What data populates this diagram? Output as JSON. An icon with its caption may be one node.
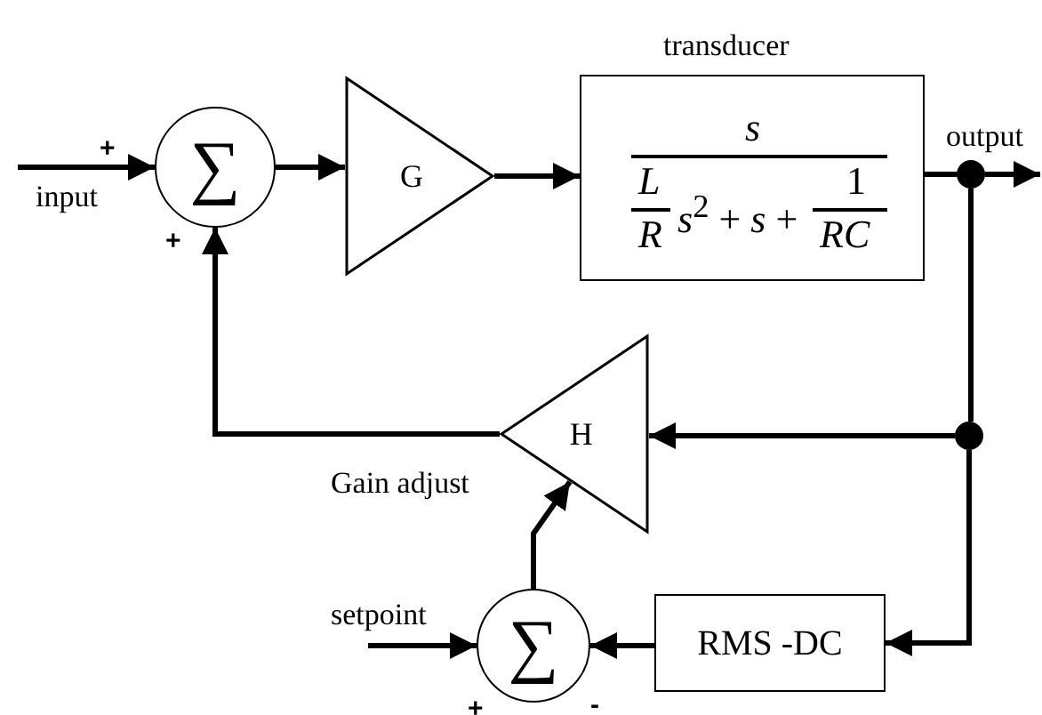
{
  "diagram": {
    "nodes": [
      {
        "text": [
          "∑"
        ],
        "beside": [
          "+",
          "+"
        ]
      },
      {
        "text": [
          "G"
        ]
      },
      {
        "text": [
          "transducer",
          "s",
          "L",
          "R",
          "*s*$^{2}$ + *s* +",
          "1",
          "RC"
        ]
      },
      {
        "text": [
          "H"
        ]
      },
      {
        "text": [],
        "shape": "circle"
      },
      {
        "text": [],
        "shape": "circle"
      },
      {
        "text": [
          "∑"
        ],
        "beside": [
          "+",
          "-"
        ]
      },
      {
        "text": [
          "RMS -DC"
        ]
      },
      {
        "text": [
          "input"
        ]
      },
      {
        "text": [
          "output"
        ]
      },
      {
        "text": [
          "setpoint"
        ]
      }
    ],
    "edges": [
      {
        "from": 8,
        "to": 0,
        "arrow": "to"
      },
      {
        "from": 0,
        "to": 1,
        "arrow": "to"
      },
      {
        "from": 1,
        "to": 2,
        "arrow": "to"
      },
      {
        "from": 2,
        "to": 4,
        "arrow": "none"
      },
      {
        "from": 4,
        "to": 9,
        "arrow": "to"
      },
      {
        "from": 4,
        "to": 5,
        "arrow": "none"
      },
      {
        "from": 5,
        "to": 3,
        "arrow": "to"
      },
      {
        "from": 3,
        "to": 0,
        "arrow": "to"
      },
      {
        "from": 5,
        "to": 7,
        "arrow": "to"
      },
      {
        "from": 7,
        "to": 6,
        "arrow": "to"
      },
      {
        "from": 10,
        "to": 6,
        "arrow": "to"
      },
      {
        "from": 6,
        "to": 3,
        "arrow": "to"
      }
    ],
    "labels": [
      "Gain adjust"
    ]
  }
}
